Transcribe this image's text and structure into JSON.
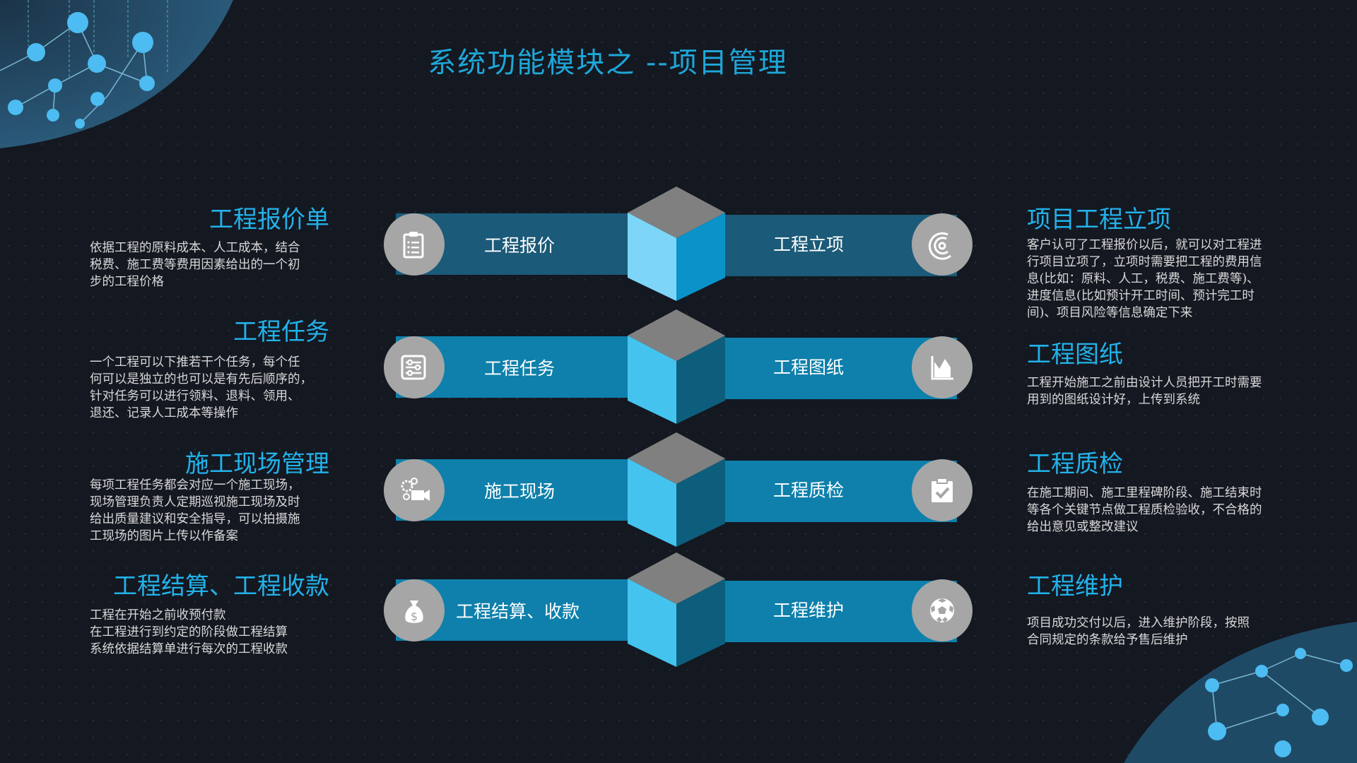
{
  "title": "系统功能模块之 --项目管理",
  "left": [
    {
      "heading": "工程报价单",
      "lines": [
        "依据工程的原料成本、人工成本，结合",
        "税费、施工费等费用因素给出的一个初",
        "步的工程价格"
      ]
    },
    {
      "heading": "工程任务",
      "lines": [
        "一个工程可以下推若干个任务，每个任",
        "何可以是独立的也可以是有先后顺序的，",
        "针对任务可以进行领料、退料、领用、",
        "退还、记录人工成本等操作"
      ]
    },
    {
      "heading": "施工现场管理",
      "lines": [
        "每项工程任务都会对应一个施工现场，",
        "现场管理负责人定期巡视施工现场及时",
        "给出质量建议和安全指导，可以拍摄施",
        "工现场的图片上传以作备案"
      ]
    },
    {
      "heading": "工程结算、工程收款",
      "lines": [
        "工程在开始之前收预付款",
        "在工程进行到约定的阶段做工程结算",
        "系统依据结算单进行每次的工程收款"
      ]
    }
  ],
  "right": [
    {
      "heading": "项目工程立项",
      "lines": [
        "客户认可了工程报价以后，就可以对工程进",
        "行项目立项了，立项时需要把工程的费用信",
        "息(比如：原料、人工，税费、施工费等)、",
        "进度信息(比如预计开工时间、预计完工时",
        "间)、项目风险等信息确定下来"
      ]
    },
    {
      "heading": "工程图纸",
      "lines": [
        "工程开始施工之前由设计人员把开工时需要",
        "用到的图纸设计好，上传到系统"
      ]
    },
    {
      "heading": "工程质检",
      "lines": [
        "在施工期间、施工里程碑阶段、施工结束时",
        "等各个关键节点做工程质检验收，不合格的",
        "给出意见或整改建议"
      ]
    },
    {
      "heading": "工程维护",
      "lines": [
        "项目成功交付以后，进入维护阶段，按照",
        "合同规定的条款给予售后维护"
      ]
    }
  ],
  "modules": [
    {
      "left": "工程报价",
      "right": "工程立项",
      "left_icon": "clipboard-list-icon",
      "right_icon": "radar-icon"
    },
    {
      "left": "工程任务",
      "right": "工程图纸",
      "left_icon": "sliders-icon",
      "right_icon": "area-chart-icon"
    },
    {
      "left": "施工现场",
      "right": "工程质检",
      "left_icon": "gears-camera-icon",
      "right_icon": "clipboard-check-icon"
    },
    {
      "left": "工程结算、收款",
      "right": "工程维护",
      "left_icon": "money-bag-icon",
      "right_icon": "soccer-ball-icon"
    }
  ],
  "colors": {
    "accent": "#22b2ea",
    "strip_first": "#1b5a78",
    "strip": "#0e80ab",
    "cube_top": "#808080",
    "circle": "#a6a6a6"
  }
}
